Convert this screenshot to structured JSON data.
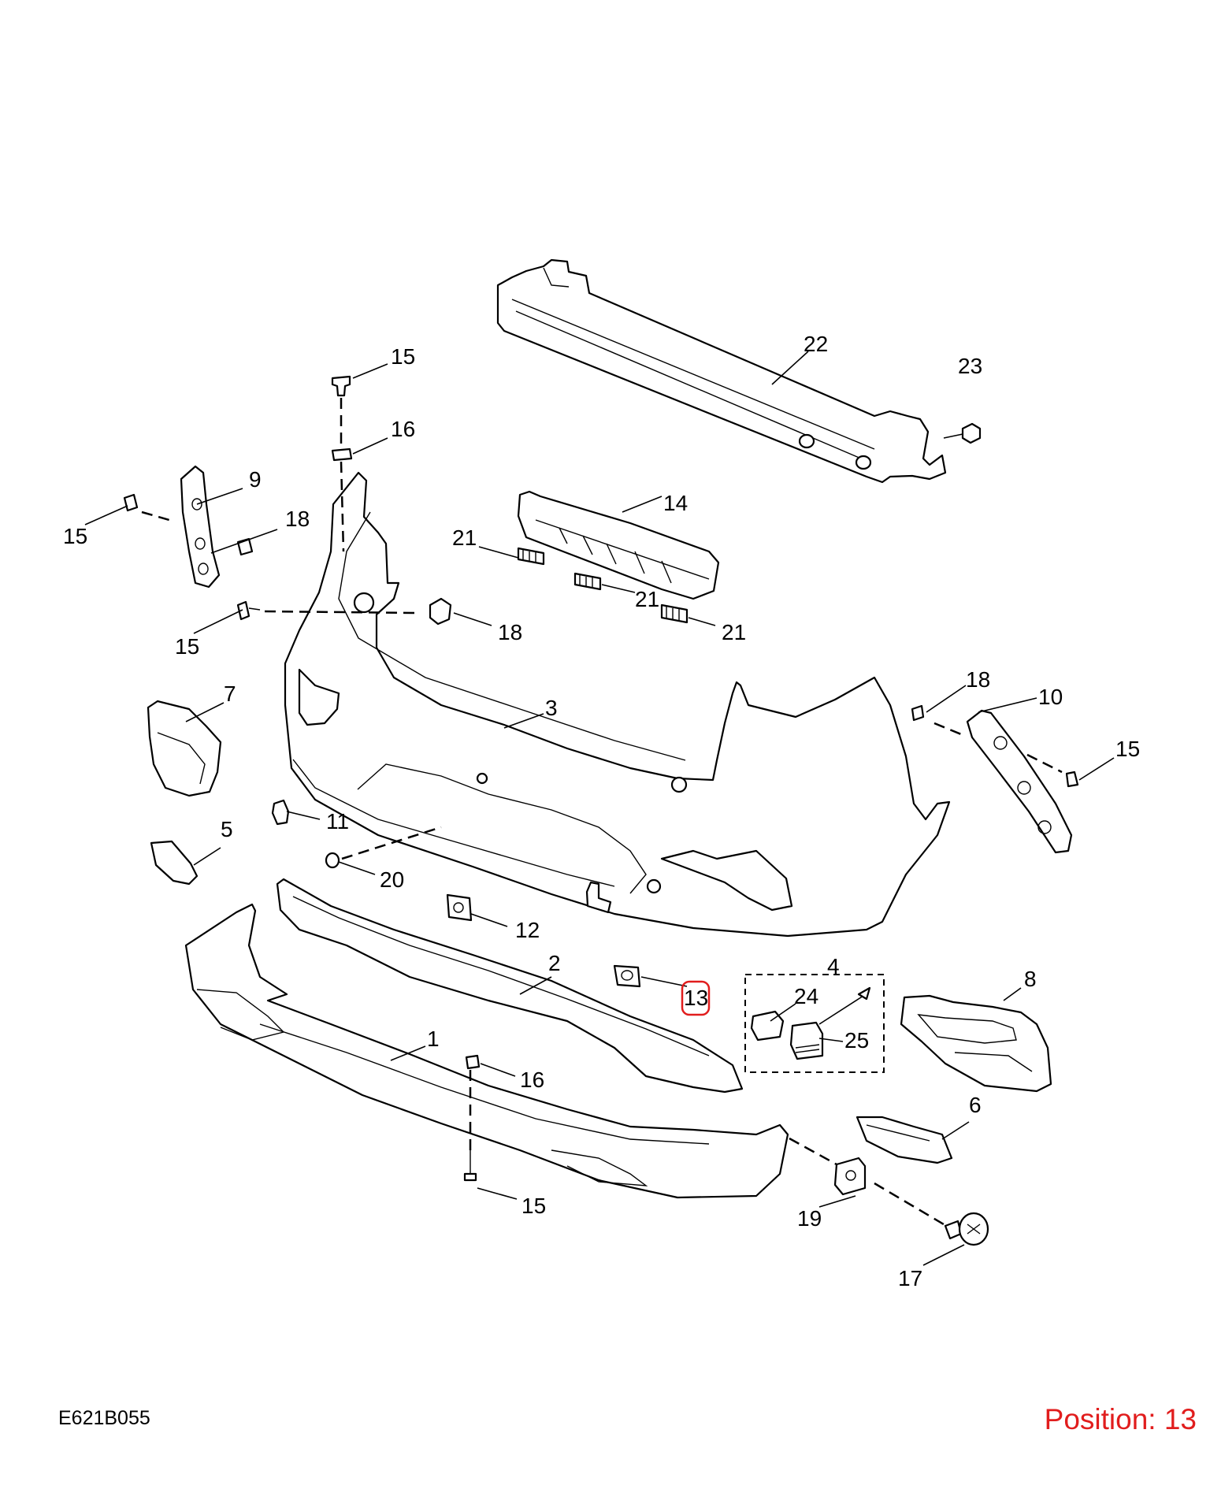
{
  "diagram": {
    "code": "E621B055",
    "position_label": "Position: 13",
    "highlight_color": "#e11d1d",
    "highlighted_callout": "13",
    "callouts": [
      {
        "id": "c1",
        "label": "1"
      },
      {
        "id": "c2",
        "label": "2"
      },
      {
        "id": "c3",
        "label": "3"
      },
      {
        "id": "c4",
        "label": "4"
      },
      {
        "id": "c5",
        "label": "5"
      },
      {
        "id": "c6",
        "label": "6"
      },
      {
        "id": "c7",
        "label": "7"
      },
      {
        "id": "c8",
        "label": "8"
      },
      {
        "id": "c9",
        "label": "9"
      },
      {
        "id": "c10",
        "label": "10"
      },
      {
        "id": "c11",
        "label": "11"
      },
      {
        "id": "c12",
        "label": "12"
      },
      {
        "id": "c13",
        "label": "13"
      },
      {
        "id": "c14",
        "label": "14"
      },
      {
        "id": "c15a",
        "label": "15"
      },
      {
        "id": "c15b",
        "label": "15"
      },
      {
        "id": "c15c",
        "label": "15"
      },
      {
        "id": "c15d",
        "label": "15"
      },
      {
        "id": "c15e",
        "label": "15"
      },
      {
        "id": "c16a",
        "label": "16"
      },
      {
        "id": "c16b",
        "label": "16"
      },
      {
        "id": "c17",
        "label": "17"
      },
      {
        "id": "c18a",
        "label": "18"
      },
      {
        "id": "c18b",
        "label": "18"
      },
      {
        "id": "c18c",
        "label": "18"
      },
      {
        "id": "c19",
        "label": "19"
      },
      {
        "id": "c20",
        "label": "20"
      },
      {
        "id": "c21a",
        "label": "21"
      },
      {
        "id": "c21b",
        "label": "21"
      },
      {
        "id": "c21c",
        "label": "21"
      },
      {
        "id": "c22",
        "label": "22"
      },
      {
        "id": "c23",
        "label": "23"
      },
      {
        "id": "c24",
        "label": "24"
      },
      {
        "id": "c25",
        "label": "25"
      }
    ]
  }
}
